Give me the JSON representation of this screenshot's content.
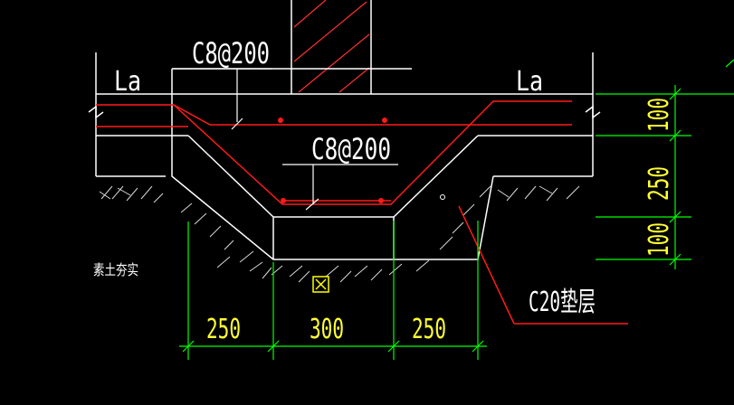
{
  "labels": {
    "rebar_top": "C8@200",
    "rebar_bottom": "C8@200",
    "anchor_left": "La",
    "anchor_right": "La",
    "soil_note": "素土夯实",
    "cushion_note": "C20垫层"
  },
  "dimensions": {
    "horizontal": [
      "250",
      "300",
      "250"
    ],
    "vertical": [
      "100",
      "250",
      "100"
    ]
  },
  "colors": {
    "background": "#000000",
    "outline": "#ffffff",
    "rebar": "#ff1a1a",
    "dimension": "#00ff00",
    "dim_text": "#ffff33",
    "hatch": "#dddddd"
  }
}
